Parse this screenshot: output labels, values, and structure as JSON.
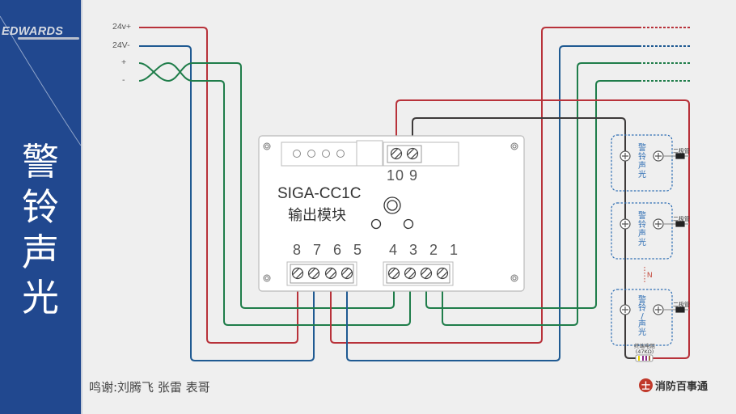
{
  "sidebar": {
    "logo": "EDWARDS",
    "title_chars": [
      "警",
      "铃",
      "声",
      "光"
    ]
  },
  "inputs": {
    "power_pos": "24v+",
    "power_neg": "24V-",
    "signal_pos": "+",
    "signal_neg": "-"
  },
  "module": {
    "model": "SIGA-CC1C",
    "name": "输出模块",
    "top_terminals": "10 9",
    "left_terminals": "8 7 6 5",
    "right_terminals": "4 3 2 1"
  },
  "devices": [
    {
      "label": [
        "警",
        "铃",
        "声",
        "光"
      ],
      "diode": "二极管"
    },
    {
      "label": [
        "警",
        "铃",
        "声",
        "光"
      ],
      "diode": "二极管"
    },
    {
      "label": [
        "警",
        "铃",
        "/",
        "声",
        "光"
      ],
      "diode": "二极管"
    }
  ],
  "device_count_label": "N",
  "eol_resistor": {
    "label": "终端电阻",
    "value": "(47KΩ)"
  },
  "credit": "鸣谢:刘腾飞  张雷  表哥",
  "brand": {
    "icon": "士",
    "name": "消防百事通"
  },
  "colors": {
    "sidebar": "#21488f",
    "wire_red": "#b8323a",
    "wire_blue": "#1f5a92",
    "wire_green": "#1f7d4a",
    "wire_black": "#3d3a3a",
    "device_border": "#2d6db3"
  }
}
